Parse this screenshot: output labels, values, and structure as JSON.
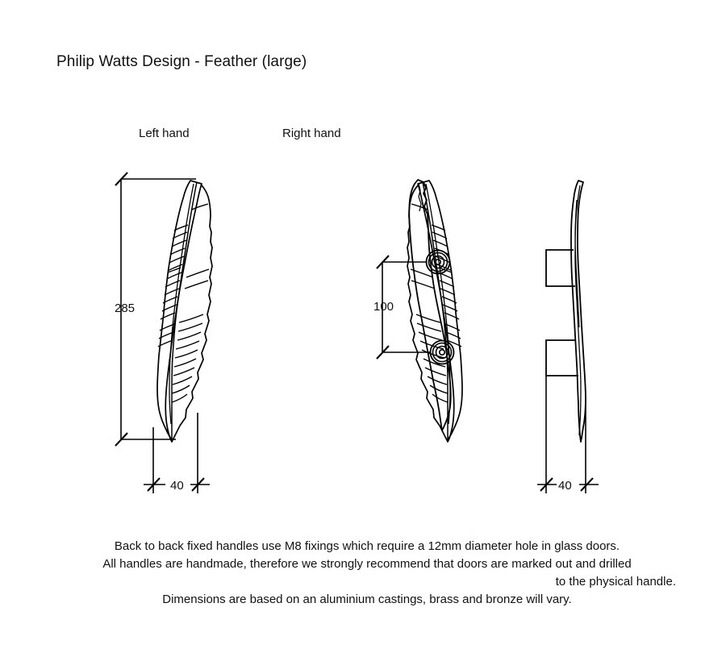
{
  "document": {
    "title": "Philip Watts Design - Feather (large)",
    "background_color": "#ffffff",
    "line_color": "#000000"
  },
  "views": [
    {
      "id": "left-hand",
      "label": "Left hand"
    },
    {
      "id": "right-hand",
      "label": "Right hand"
    },
    {
      "id": "back-view",
      "label": ""
    },
    {
      "id": "side-view",
      "label": ""
    }
  ],
  "dimensions": {
    "height_overall": "285",
    "fixing_centres": "100",
    "width_front": "40",
    "width_side": "40"
  },
  "notes": {
    "line1": "Back to back fixed handles use M8 fixings which require a 12mm diameter hole in glass doors.",
    "line2": "All handles are handmade, therefore we strongly recommend that doors are marked out and drilled",
    "line3": "to the physical handle.",
    "line4": "Dimensions are based on an aluminium castings, brass and bronze will vary."
  }
}
